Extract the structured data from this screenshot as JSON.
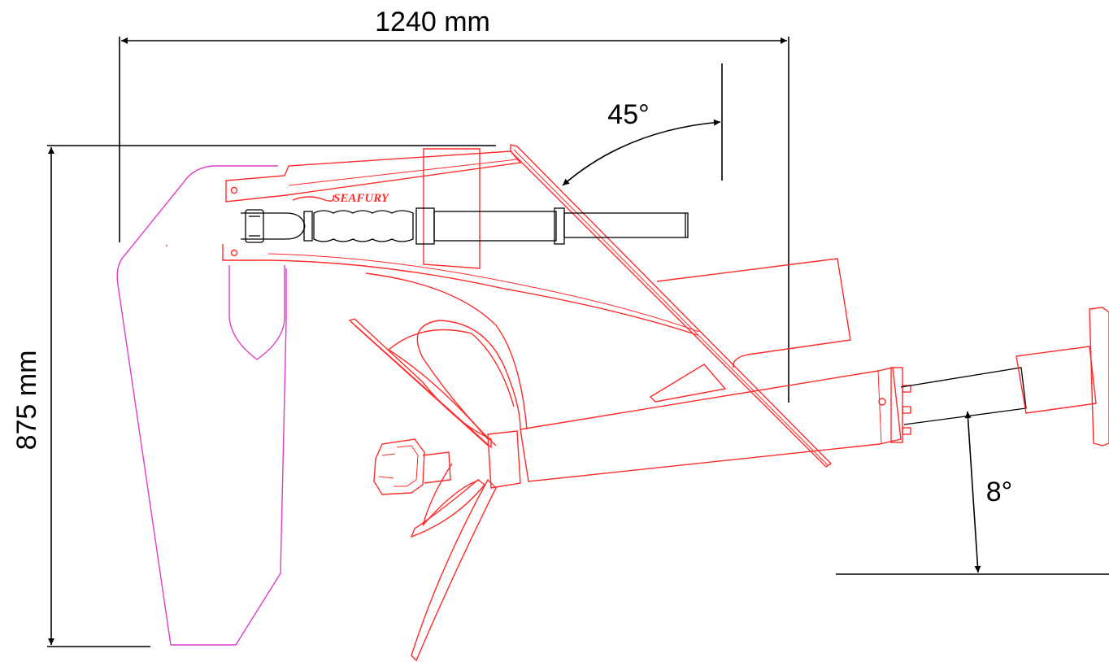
{
  "dimensions": {
    "width_label": "1240 mm",
    "height_label": "875 mm",
    "tilt_angle_label": "45°",
    "shaft_angle_label": "8°"
  },
  "logo": {
    "text": "SEAFURY"
  },
  "colors": {
    "dimension_lines": "#000000",
    "drive_outline": "#ff2a2a",
    "rudder_outline": "#e03cc8"
  }
}
